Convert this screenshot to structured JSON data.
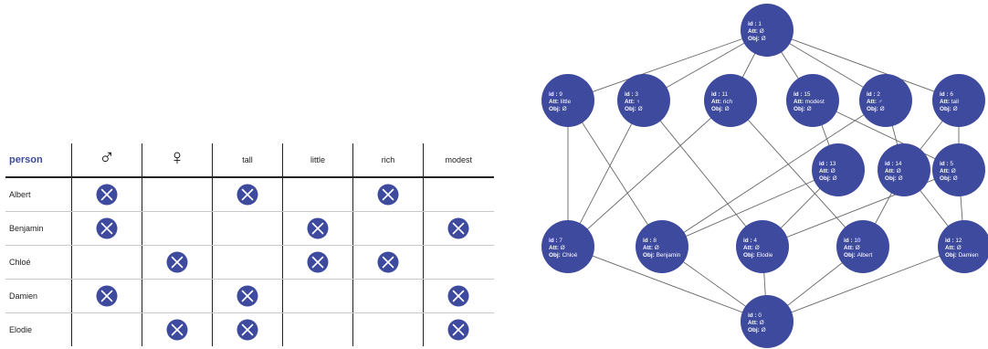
{
  "context_table": {
    "person_header": "person",
    "attributes": [
      {
        "label": "♂",
        "kind": "symbol"
      },
      {
        "label": "♀",
        "kind": "symbol"
      },
      {
        "label": "tall",
        "kind": "text"
      },
      {
        "label": "little",
        "kind": "text"
      },
      {
        "label": "rich",
        "kind": "text"
      },
      {
        "label": "modest",
        "kind": "text"
      }
    ],
    "rows": [
      {
        "name": "Albert",
        "marks": [
          true,
          false,
          true,
          false,
          true,
          false
        ]
      },
      {
        "name": "Benjamin",
        "marks": [
          true,
          false,
          false,
          true,
          false,
          true
        ]
      },
      {
        "name": "Chloé",
        "marks": [
          false,
          true,
          false,
          true,
          true,
          false
        ]
      },
      {
        "name": "Damien",
        "marks": [
          true,
          false,
          true,
          false,
          false,
          true
        ]
      },
      {
        "name": "Elodie",
        "marks": [
          false,
          true,
          true,
          false,
          false,
          true
        ]
      }
    ],
    "mark_icon": "circled-x-icon"
  },
  "lattice": {
    "id_label": "id :",
    "att_label": "Att:",
    "obj_label": "Obj:",
    "node_color": "#3d4a9e",
    "nodes": [
      {
        "id": "1",
        "att": "Ø",
        "obj": "Ø"
      },
      {
        "id": "9",
        "att": "little",
        "obj": "Ø"
      },
      {
        "id": "3",
        "att": "♀",
        "obj": "Ø"
      },
      {
        "id": "11",
        "att": "rich",
        "obj": "Ø"
      },
      {
        "id": "15",
        "att": "modest",
        "obj": "Ø"
      },
      {
        "id": "2",
        "att": "♂",
        "obj": "Ø"
      },
      {
        "id": "6",
        "att": "tall",
        "obj": "Ø"
      },
      {
        "id": "13",
        "att": "Ø",
        "obj": "Ø"
      },
      {
        "id": "14",
        "att": "Ø",
        "obj": "Ø"
      },
      {
        "id": "5",
        "att": "Ø",
        "obj": "Ø"
      },
      {
        "id": "7",
        "att": "Ø",
        "obj": "Chloé"
      },
      {
        "id": "8",
        "att": "Ø",
        "obj": "Benjamin"
      },
      {
        "id": "4",
        "att": "Ø",
        "obj": "Elodie"
      },
      {
        "id": "10",
        "att": "Ø",
        "obj": "Albert"
      },
      {
        "id": "12",
        "att": "Ø",
        "obj": "Damien"
      },
      {
        "id": "0",
        "att": "Ø",
        "obj": "Ø"
      }
    ],
    "edges": [
      [
        "1",
        "9"
      ],
      [
        "1",
        "3"
      ],
      [
        "1",
        "11"
      ],
      [
        "1",
        "15"
      ],
      [
        "1",
        "2"
      ],
      [
        "1",
        "6"
      ],
      [
        "9",
        "7"
      ],
      [
        "9",
        "8"
      ],
      [
        "3",
        "7"
      ],
      [
        "3",
        "4"
      ],
      [
        "11",
        "7"
      ],
      [
        "11",
        "10"
      ],
      [
        "15",
        "13"
      ],
      [
        "15",
        "5"
      ],
      [
        "2",
        "14"
      ],
      [
        "2",
        "8"
      ],
      [
        "6",
        "14"
      ],
      [
        "6",
        "5"
      ],
      [
        "13",
        "8"
      ],
      [
        "13",
        "4"
      ],
      [
        "14",
        "10"
      ],
      [
        "14",
        "12"
      ],
      [
        "5",
        "4"
      ],
      [
        "5",
        "12"
      ],
      [
        "7",
        "0"
      ],
      [
        "8",
        "0"
      ],
      [
        "4",
        "0"
      ],
      [
        "10",
        "0"
      ],
      [
        "12",
        "0"
      ]
    ]
  }
}
